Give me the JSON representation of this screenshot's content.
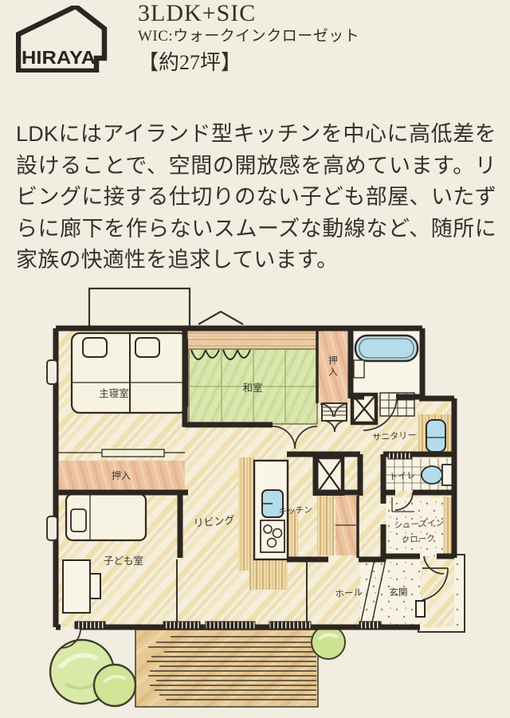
{
  "header": {
    "logo_text": "HIRAYA",
    "title": "3LDK+SIC",
    "subtitle": "WIC:ウォークインクローゼット",
    "area": "【約27坪】"
  },
  "description": "LDKにはアイランド型キッチンを中心に高低差を設けることで、空間の開放感を高めています。リビングに接する仕切りのない子ども部屋、いたずらに廊下を作らないスムーズな動線など、随所に家族の快適性を追求しています。",
  "floorplan": {
    "labels": {
      "main_bedroom": "主寝室",
      "japanese_room": "和室",
      "closet_top": "押入",
      "closet_mid": "押入",
      "sanitary": "サニタリー",
      "toilet": "トイレ",
      "kitchen": "キッチン",
      "living": "リビング",
      "kids_room": "子ども室",
      "shoe_closet_line1": "シューズイン",
      "shoe_closet_line2": "クローク",
      "hall": "ホール",
      "entrance": "玄関"
    },
    "colors": {
      "background": "#f1eee1",
      "ink": "#2c2620",
      "tatami_green": "#d7e5aa",
      "closet_salmon": "#ecc3a1",
      "water_blue": "#b4dcea",
      "deck_tan": "#e7c993",
      "bush_green": "#d5e7a1"
    }
  }
}
